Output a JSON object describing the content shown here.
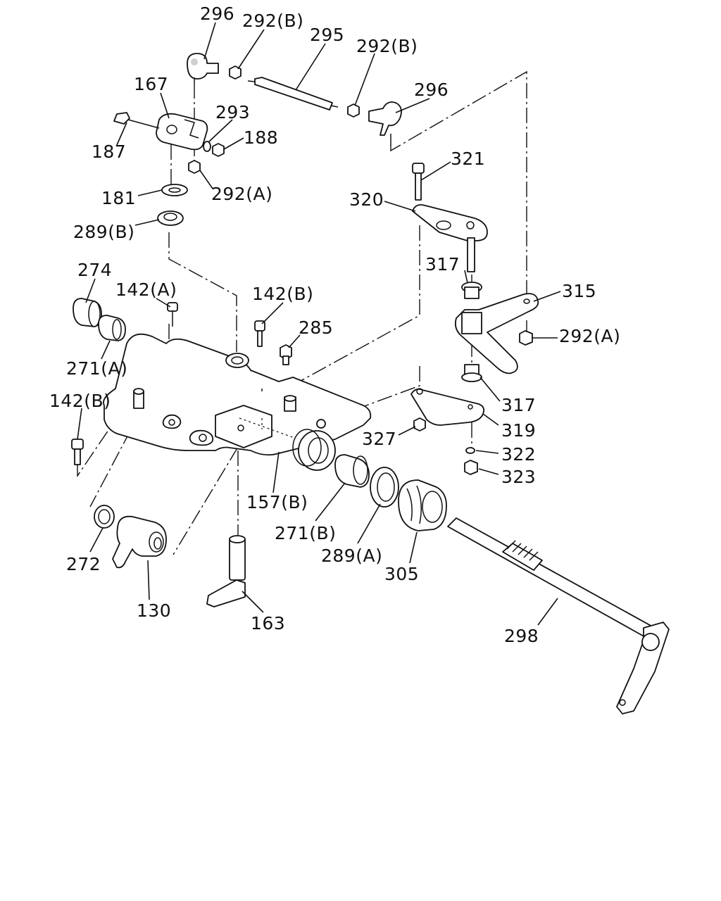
{
  "labels": {
    "l296a": "296",
    "l292b1": "292(B)",
    "l295": "295",
    "l292b2": "292(B)",
    "l296b": "296",
    "l167": "167",
    "l293": "293",
    "l188": "188",
    "l187": "187",
    "l292a1": "292(A)",
    "l181": "181",
    "l321": "321",
    "l320": "320",
    "l289b": "289(B)",
    "l317a": "317",
    "l274": "274",
    "l142a": "142(A)",
    "l142b1": "142(B)",
    "l315": "315",
    "l285": "285",
    "l292a2": "292(A)",
    "l271a": "271(A)",
    "l142b2": "142(B)",
    "l317b": "317",
    "l319": "319",
    "l327": "327",
    "l322": "322",
    "l323": "323",
    "l157b": "157(B)",
    "l271b": "271(B)",
    "l289a": "289(A)",
    "l272": "272",
    "l305": "305",
    "l130": "130",
    "l163": "163",
    "l298": "298"
  }
}
